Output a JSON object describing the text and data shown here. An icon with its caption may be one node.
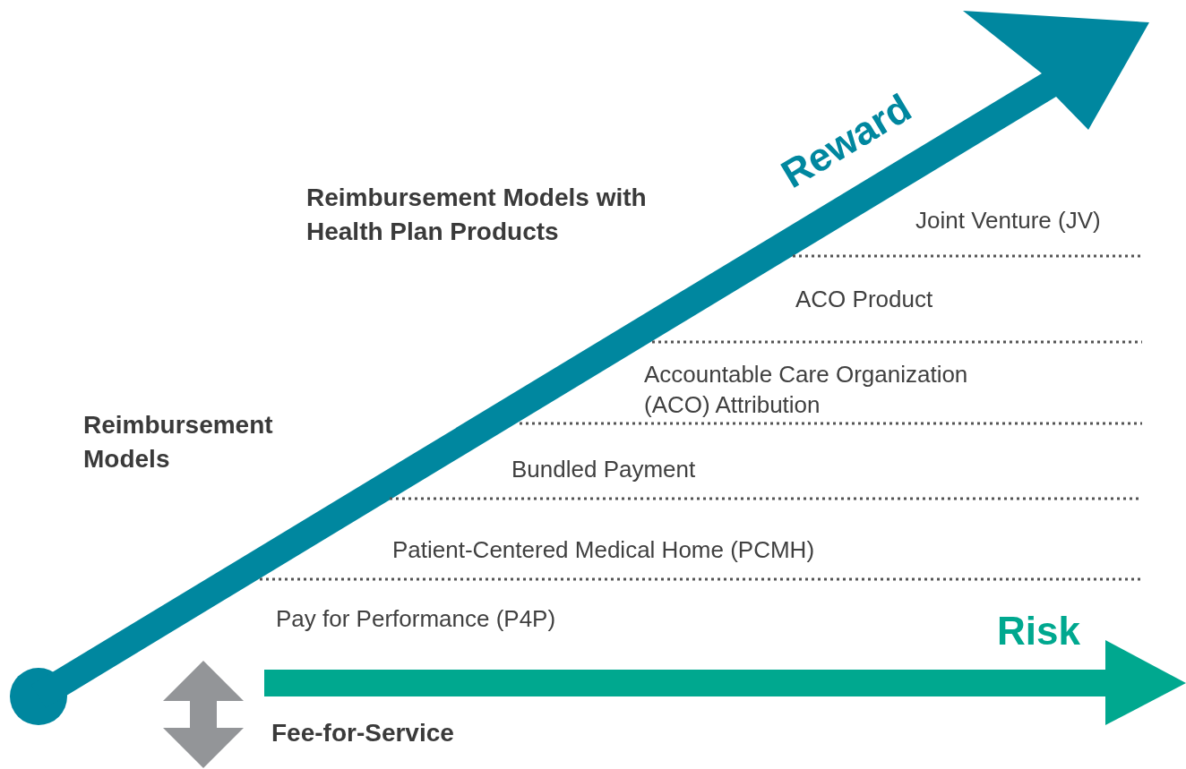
{
  "diagram": {
    "labels": [
      "Reward",
      "Reimbursement Models with Health Plan Products",
      "Joint Venture (JV)",
      "ACO Product",
      "Accountable Care Organization (ACO) Attribution",
      "Reimbursement Models",
      "Bundled Payment",
      "Patient-Centered Medical Home (PCMH)",
      "Pay for Performance (P4P)",
      "Risk",
      "Fee-for-Service"
    ]
  }
}
